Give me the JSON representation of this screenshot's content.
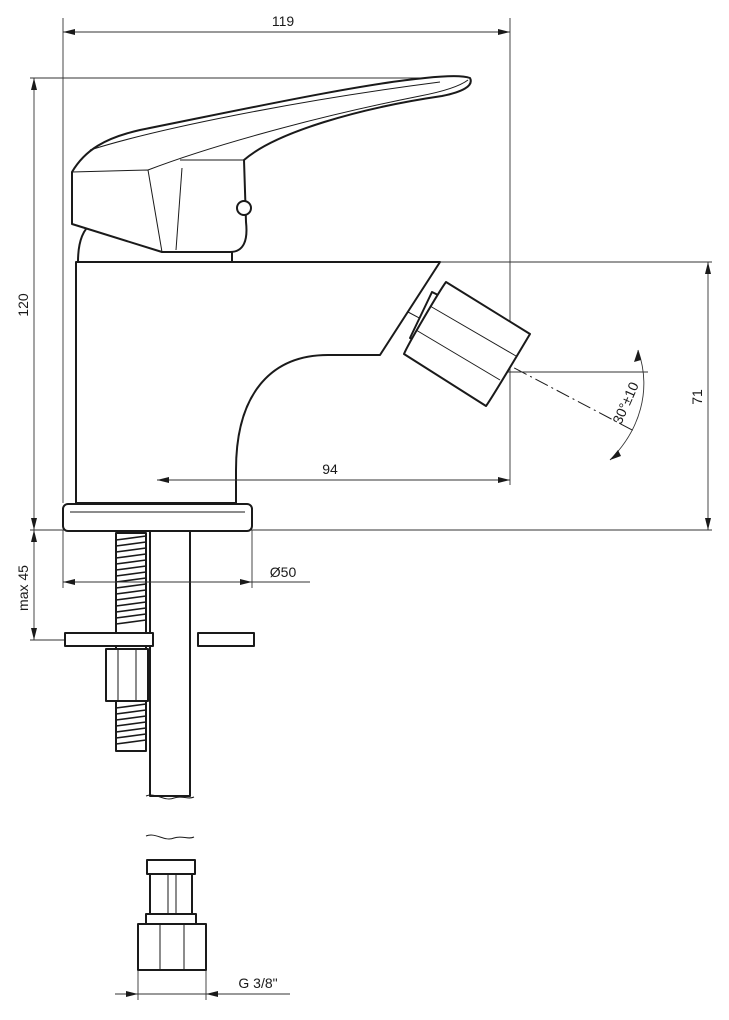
{
  "dimensions": {
    "width": "119",
    "height": "120",
    "spout_height": "71",
    "spout_reach": "94",
    "base_diameter": "Ø50",
    "max_deck": "max 45",
    "angle": "30°±10",
    "connection": "G 3/8\""
  }
}
